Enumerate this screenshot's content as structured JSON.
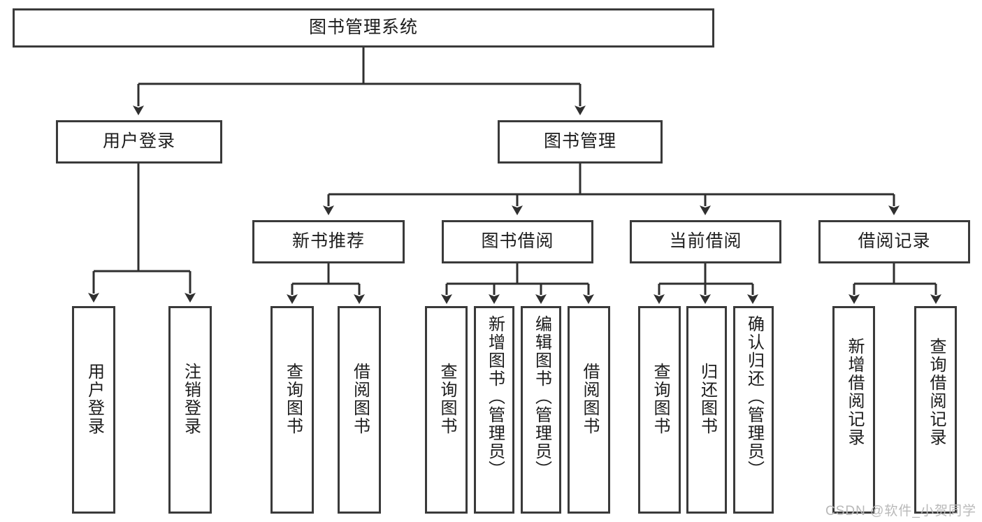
{
  "diagram": {
    "type": "tree-hierarchy-chart",
    "title": "图书管理系统",
    "watermark": "CSDN @软件_小贺同学",
    "colors": {
      "box_border": "#3a3a3a",
      "box_fill": "#ffffff",
      "connector": "#2f2f2f",
      "text": "#1c1c1c",
      "watermark": "#b9b9b9"
    },
    "levels": {
      "root": {
        "label": "图书管理系统"
      },
      "level2": [
        {
          "id": "user-login",
          "label": "用户登录"
        },
        {
          "id": "book-manage",
          "label": "图书管理"
        }
      ],
      "level3": [
        {
          "id": "new-book-recommend",
          "label": "新书推荐"
        },
        {
          "id": "book-borrow",
          "label": "图书借阅"
        },
        {
          "id": "current-borrow",
          "label": "当前借阅"
        },
        {
          "id": "borrow-record",
          "label": "借阅记录"
        }
      ],
      "leaves": {
        "user_login": [
          {
            "id": "leaf-user-login",
            "label": "用户登录"
          },
          {
            "id": "leaf-logout-login",
            "label": "注销登录"
          }
        ],
        "new_book_recommend": [
          {
            "id": "leaf-query-book-1",
            "label": "查询图书"
          },
          {
            "id": "leaf-borrow-book-1",
            "label": "借阅图书"
          }
        ],
        "book_borrow": [
          {
            "id": "leaf-query-book-2",
            "label": "查询图书"
          },
          {
            "id": "leaf-add-book",
            "label": "新增图书（管理员）"
          },
          {
            "id": "leaf-edit-book",
            "label": "编辑图书（管理员）"
          },
          {
            "id": "leaf-borrow-book-2",
            "label": "借阅图书"
          }
        ],
        "current_borrow": [
          {
            "id": "leaf-query-book-3",
            "label": "查询图书"
          },
          {
            "id": "leaf-return-book",
            "label": "归还图书"
          },
          {
            "id": "leaf-confirm-return",
            "label": "确认归还（管理员）"
          }
        ],
        "borrow_record": [
          {
            "id": "leaf-add-borrow-record",
            "label": "新增借阅记录"
          },
          {
            "id": "leaf-query-borrow-record",
            "label": "查询借阅记录"
          }
        ]
      }
    }
  }
}
